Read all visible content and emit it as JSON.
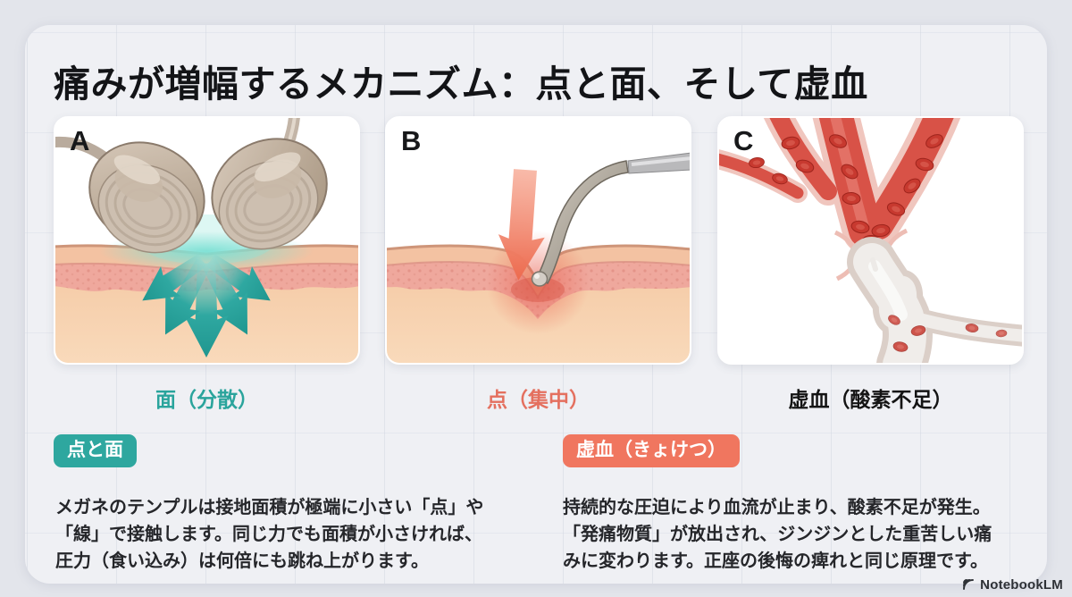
{
  "page": {
    "title": "痛みが増幅するメカニズム：点と面、そして虚血",
    "background_color": "#E3E5EB",
    "card_background_color": "#EFF0F4"
  },
  "panels": [
    {
      "label": "A",
      "caption": "面（分散）",
      "caption_color": "#2AA49C",
      "illustration": "headphone-earcups-pressing-skin-with-dispersed-teal-arrows"
    },
    {
      "label": "B",
      "caption": "点（集中）",
      "caption_color": "#E4705F",
      "illustration": "eyeglasses-temple-tip-pressing-point-on-skin-with-coral-arrow"
    },
    {
      "label": "C",
      "caption": "虚血（酸素不足）",
      "caption_color": "#141414",
      "illustration": "blood-vessel-constricted-causing-ischemia"
    }
  ],
  "sections": [
    {
      "badge": "点と面",
      "badge_color": "#2EA79F",
      "lines": [
        "メガネのテンプルは接地面積が極端に小さい「点」や",
        "「線」で接触します。同じ力でも面積が小さければ、",
        "圧力（食い込み）は何倍にも跳ね上がります。"
      ]
    },
    {
      "badge": "虚血（きょけつ）",
      "badge_color": "#F0765F",
      "lines": [
        "持続的な圧迫により血流が止まり、酸素不足が発生。",
        "「発痛物質」が放出され、ジンジンとした重苦しい痛",
        "みに変わります。正座の後悔の痺れと同じ原理です。"
      ]
    }
  ],
  "footer": {
    "brand": "NotebookLM"
  },
  "colors": {
    "accent_teal": "#2EA79F",
    "accent_coral": "#F0765F",
    "arrow_teal": "#2CA8A1",
    "arrow_coral": "#EE6B50",
    "skin_surface": "#F3C2A2",
    "skin_dermis": "#EFA89D",
    "skin_hypodermis": "#F6CEAA",
    "vessel_red": "#D85247",
    "vessel_pale": "#F0EDEA"
  }
}
